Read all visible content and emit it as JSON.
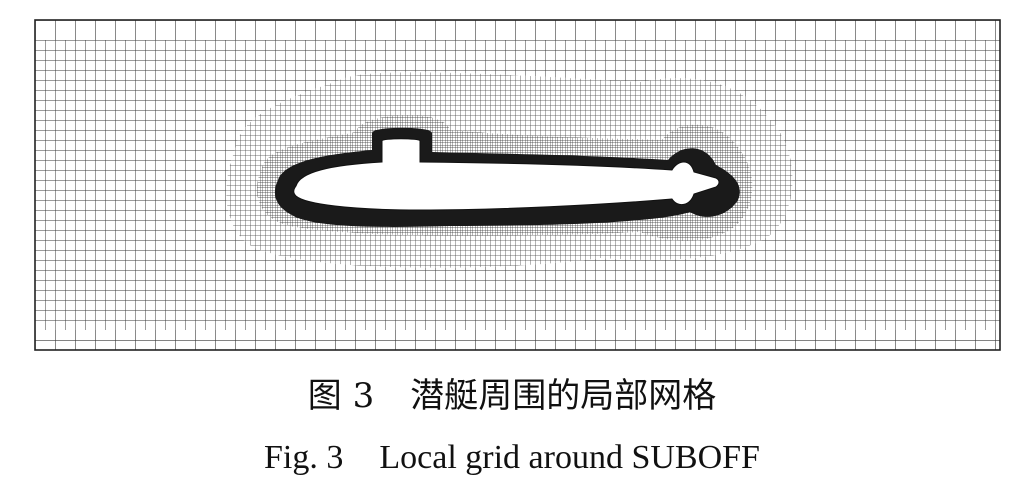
{
  "figure": {
    "mesh_image": {
      "object": "submarine-hull-silhouette",
      "line_color": "#3a3a3a",
      "background": "#ffffff"
    },
    "caption_cn": {
      "label": "图 3",
      "text": "潜艇周围的局部网格"
    },
    "caption_en": {
      "label": "Fig. 3",
      "text": "Local grid around SUBOFF"
    }
  }
}
